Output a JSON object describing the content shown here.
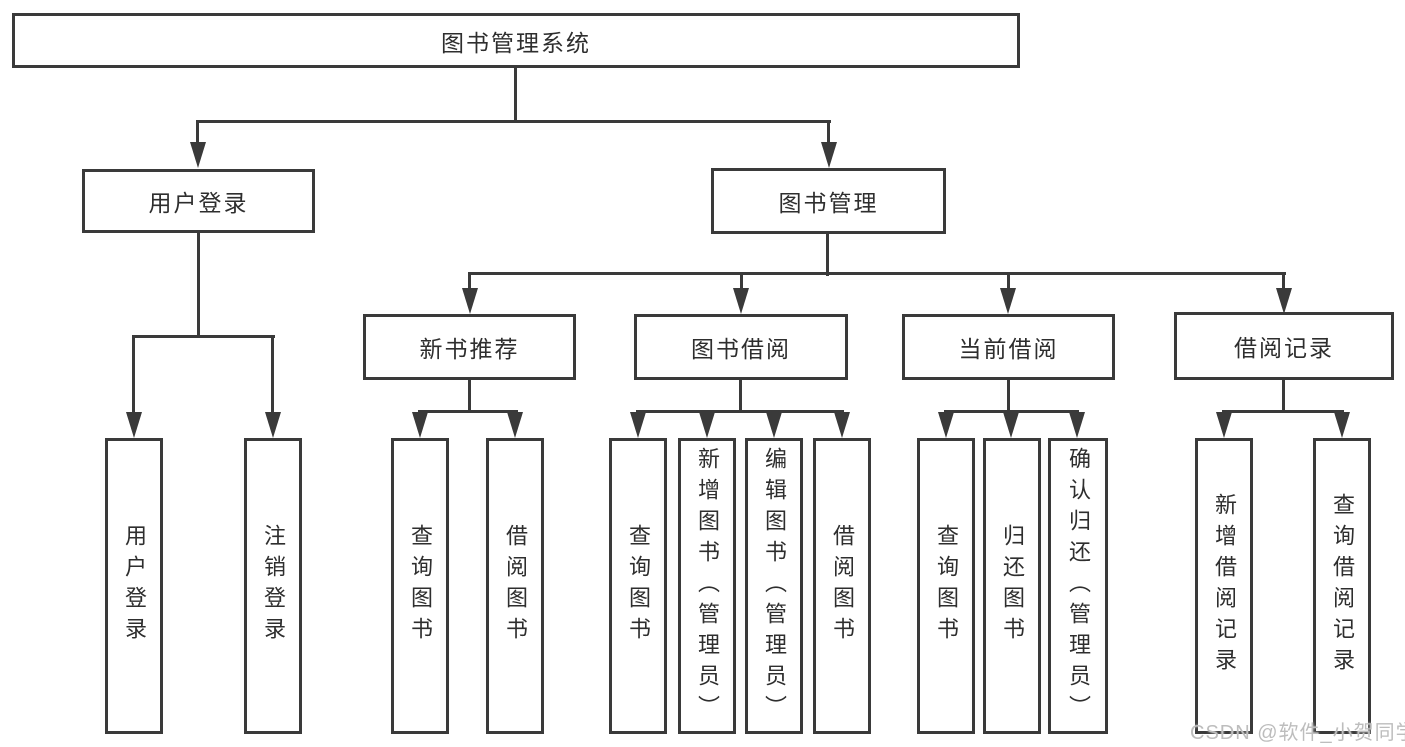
{
  "diagram": {
    "title": "图书管理系统",
    "level2": {
      "user_login": "用户登录",
      "book_management": "图书管理"
    },
    "level3": {
      "new_book_recommend": "新书推荐",
      "book_borrowing": "图书借阅",
      "current_borrowing": "当前借阅",
      "borrowing_records": "借阅记录"
    },
    "leaves": {
      "user_login": [
        "用户登录",
        "注销登录"
      ],
      "new_book_recommend": [
        "查询图书",
        "借阅图书"
      ],
      "book_borrowing": [
        "查询图书",
        "新增图书（管理员）",
        "编辑图书（管理员）",
        "借阅图书"
      ],
      "current_borrowing": [
        "查询图书",
        "归还图书",
        "确认归还（管理员）"
      ],
      "borrowing_records": [
        "新增借阅记录",
        "查询借阅记录"
      ]
    },
    "watermark": "CSDN @软件_小贺同学",
    "colors": {
      "line": "#3a3a3a",
      "text": "#2e2e2e",
      "watermark": "#bdbdbd",
      "background": "#ffffff"
    }
  }
}
